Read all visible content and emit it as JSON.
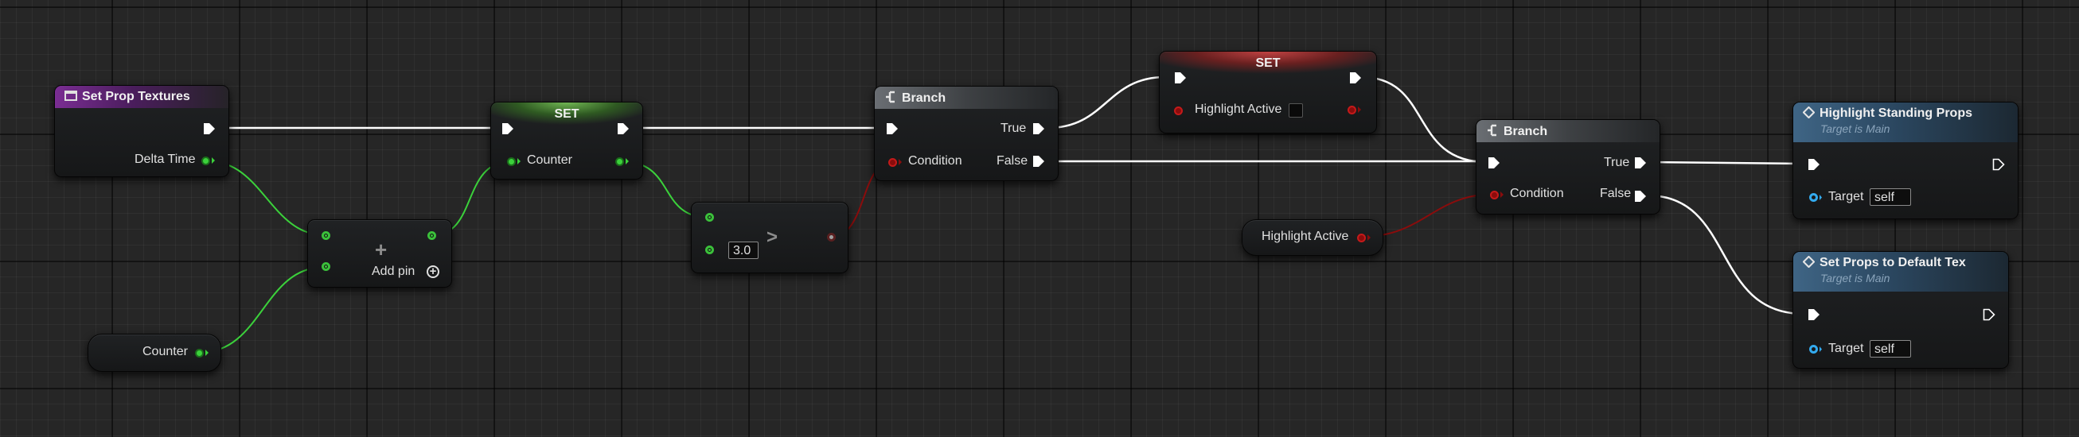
{
  "nodes": {
    "event": {
      "title": "Set Prop Textures",
      "pin_delta": "Delta Time"
    },
    "counter_get": {
      "label": "Counter"
    },
    "add": {
      "plus": "+",
      "add_pin": "Add pin"
    },
    "set_counter": {
      "title": "SET",
      "pin_counter": "Counter"
    },
    "greater": {
      "value": "3.0",
      "op": ">"
    },
    "branch1": {
      "title": "Branch",
      "true": "True",
      "false": "False",
      "condition": "Condition"
    },
    "set_highlight": {
      "title": "SET",
      "pin_label": "Highlight Active"
    },
    "highlight_get": {
      "label": "Highlight Active"
    },
    "branch2": {
      "title": "Branch",
      "true": "True",
      "false": "False",
      "condition": "Condition"
    },
    "fn_standing": {
      "title": "Highlight Standing Props",
      "subtitle": "Target is Main",
      "target_label": "Target",
      "target_value": "self"
    },
    "fn_default": {
      "title": "Set Props to Default Tex",
      "subtitle": "Target is Main",
      "target_label": "Target",
      "target_value": "self"
    }
  },
  "colors": {
    "exec_wire": "#ffffff",
    "float_wire": "#3bd13b",
    "bool_wire": "#8a0c0c",
    "event_header": "#7a2d93",
    "function_header": "#3f6585",
    "object_pin": "#33aaee"
  }
}
